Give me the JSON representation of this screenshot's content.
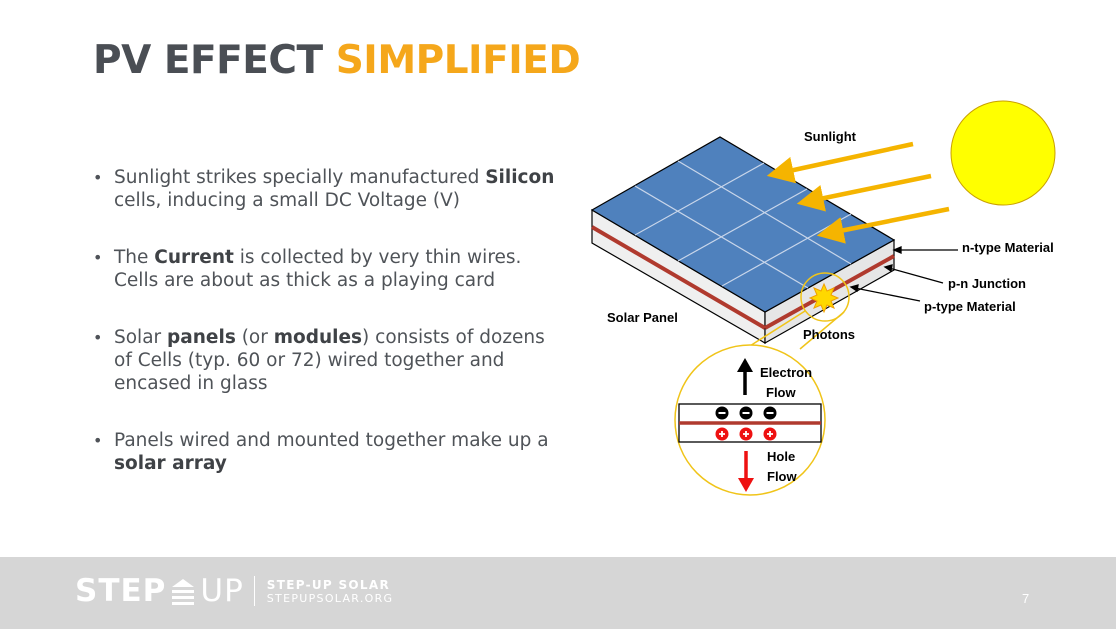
{
  "slide": {
    "title_part1": "PV EFFECT ",
    "title_part2": "SIMPLIFIED",
    "page_number": "7"
  },
  "bullets": [
    {
      "segments": [
        {
          "text": "Sunlight strikes specially manufactured ",
          "bold": false
        },
        {
          "text": "Silicon",
          "bold": true
        },
        {
          "text": " cells, inducing a small DC Voltage (V)",
          "bold": false
        }
      ]
    },
    {
      "segments": [
        {
          "text": "The ",
          "bold": false
        },
        {
          "text": "Current",
          "bold": true
        },
        {
          "text": " is collected by very thin wires. Cells are about as thick as a playing card",
          "bold": false
        }
      ]
    },
    {
      "segments": [
        {
          "text": "Solar ",
          "bold": false
        },
        {
          "text": "panels",
          "bold": true
        },
        {
          "text": " (or ",
          "bold": false
        },
        {
          "text": "modules",
          "bold": true
        },
        {
          "text": ") consists of dozens of Cells (typ. 60 or 72) wired together and encased in glass",
          "bold": false
        }
      ]
    },
    {
      "segments": [
        {
          "text": "Panels wired and mounted together make up a ",
          "bold": false
        },
        {
          "text": "solar array",
          "bold": true
        }
      ]
    }
  ],
  "diagram": {
    "sunlight_label": "Sunlight",
    "n_type_label": "n-type  Material",
    "pn_junction_label": "p-n Junction",
    "p_type_label": "p-type Material",
    "solar_panel_label": "Solar Panel",
    "photons_label": "Photons",
    "electron_flow_line1": "Electron",
    "electron_flow_line2": "Flow",
    "hole_flow_line1": "Hole",
    "hole_flow_line2": "Flow",
    "electron_symbol": "−",
    "hole_symbol": "+",
    "colors": {
      "sun": "#ffff00",
      "sunlight_arrow": "#f5b400",
      "panel_top": "#4f81bd",
      "junction_line": "#b03a2e",
      "hole_charge": "#ee1111",
      "electron_charge": "#000000",
      "magnifier_ring": "#f0c419"
    }
  },
  "footer": {
    "logo_left": "STEP",
    "logo_right": "UP",
    "company_name": "STEP-UP SOLAR",
    "company_url": "STEPUPSOLAR.ORG"
  }
}
